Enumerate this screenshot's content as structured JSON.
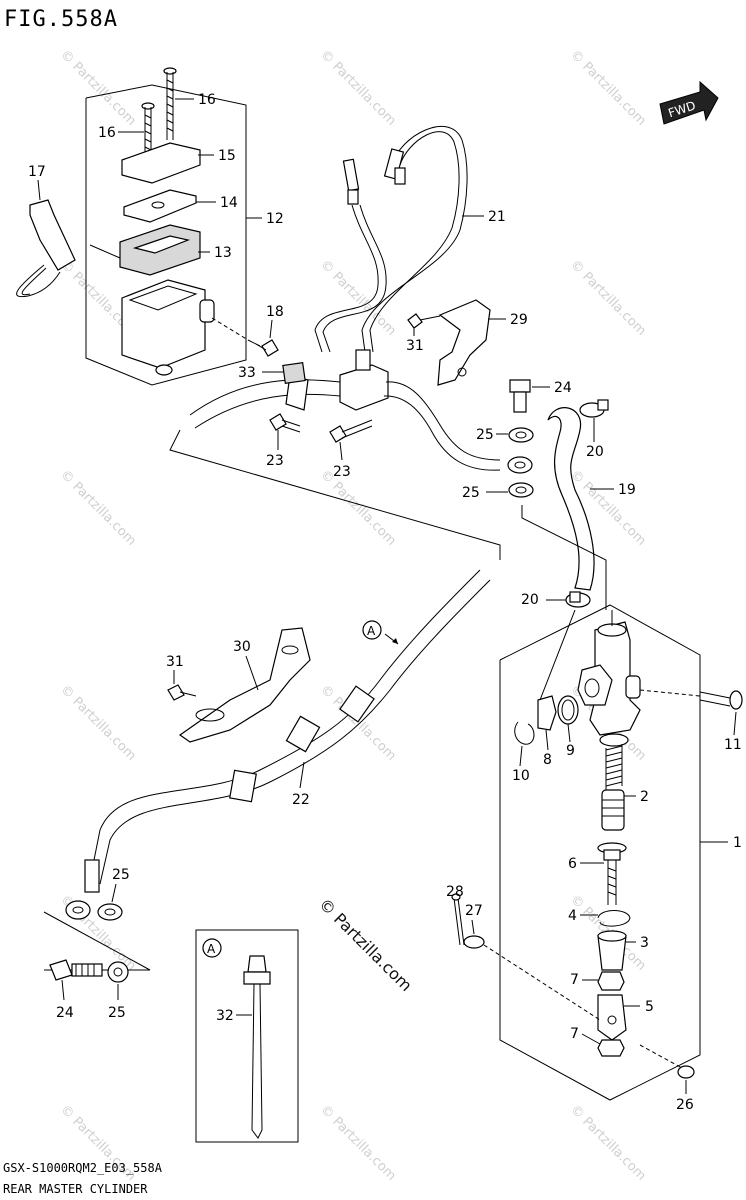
{
  "figure": {
    "title": "FIG.558A",
    "model_code": "GSX-S1000RQM2_E03_558A",
    "caption": "REAR MASTER CYLINDER",
    "direction_badge": "FWD",
    "watermark": "© Partzilla.com",
    "view_marker": "A"
  },
  "callouts": {
    "c1": "1",
    "c2": "2",
    "c3": "3",
    "c4": "4",
    "c5": "5",
    "c6": "6",
    "c7a": "7",
    "c7b": "7",
    "c8": "8",
    "c9": "9",
    "c10": "10",
    "c11": "11",
    "c12": "12",
    "c13": "13",
    "c14": "14",
    "c15": "15",
    "c16a": "16",
    "c16b": "16",
    "c17": "17",
    "c18": "18",
    "c19": "19",
    "c20a": "20",
    "c20b": "20",
    "c21": "21",
    "c22": "22",
    "c23a": "23",
    "c23b": "23",
    "c24a": "24",
    "c24b": "24",
    "c25a": "25",
    "c25b": "25",
    "c25c": "25",
    "c25d": "25",
    "c26": "26",
    "c27": "27",
    "c28": "28",
    "c29": "29",
    "c30": "30",
    "c31a": "31",
    "c31b": "31",
    "c32": "32",
    "c33": "33"
  }
}
